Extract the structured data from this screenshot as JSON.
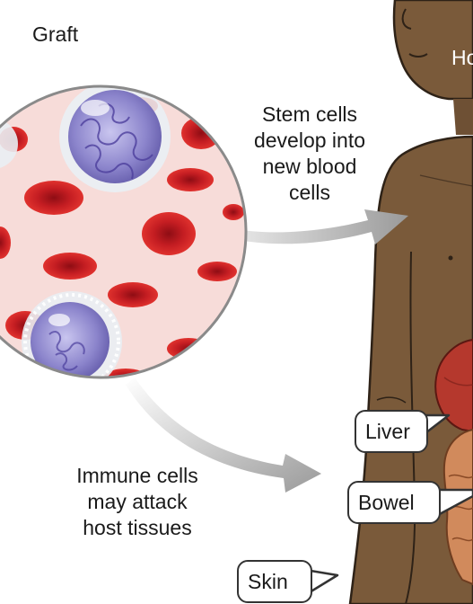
{
  "labels": {
    "graft": "Graft",
    "host_partial": "Ho",
    "stem_cells": [
      "Stem cells",
      "develop into",
      "new blood",
      "cells"
    ],
    "immune_cells": [
      "Immune cells",
      "may attack",
      "host tissues"
    ]
  },
  "callouts": {
    "liver": "Liver",
    "bowel": "Bowel",
    "skin": "Skin"
  },
  "colors": {
    "skin_tone": "#7a5a3a",
    "outline": "#2e2217",
    "plasma": "#f7dcd9",
    "red_cell": "#cc1f24",
    "stem_cell": "#8c85cc",
    "arrow": "#a8a8a8",
    "liver": "#b5382d",
    "bowel": "#d18a5c"
  }
}
